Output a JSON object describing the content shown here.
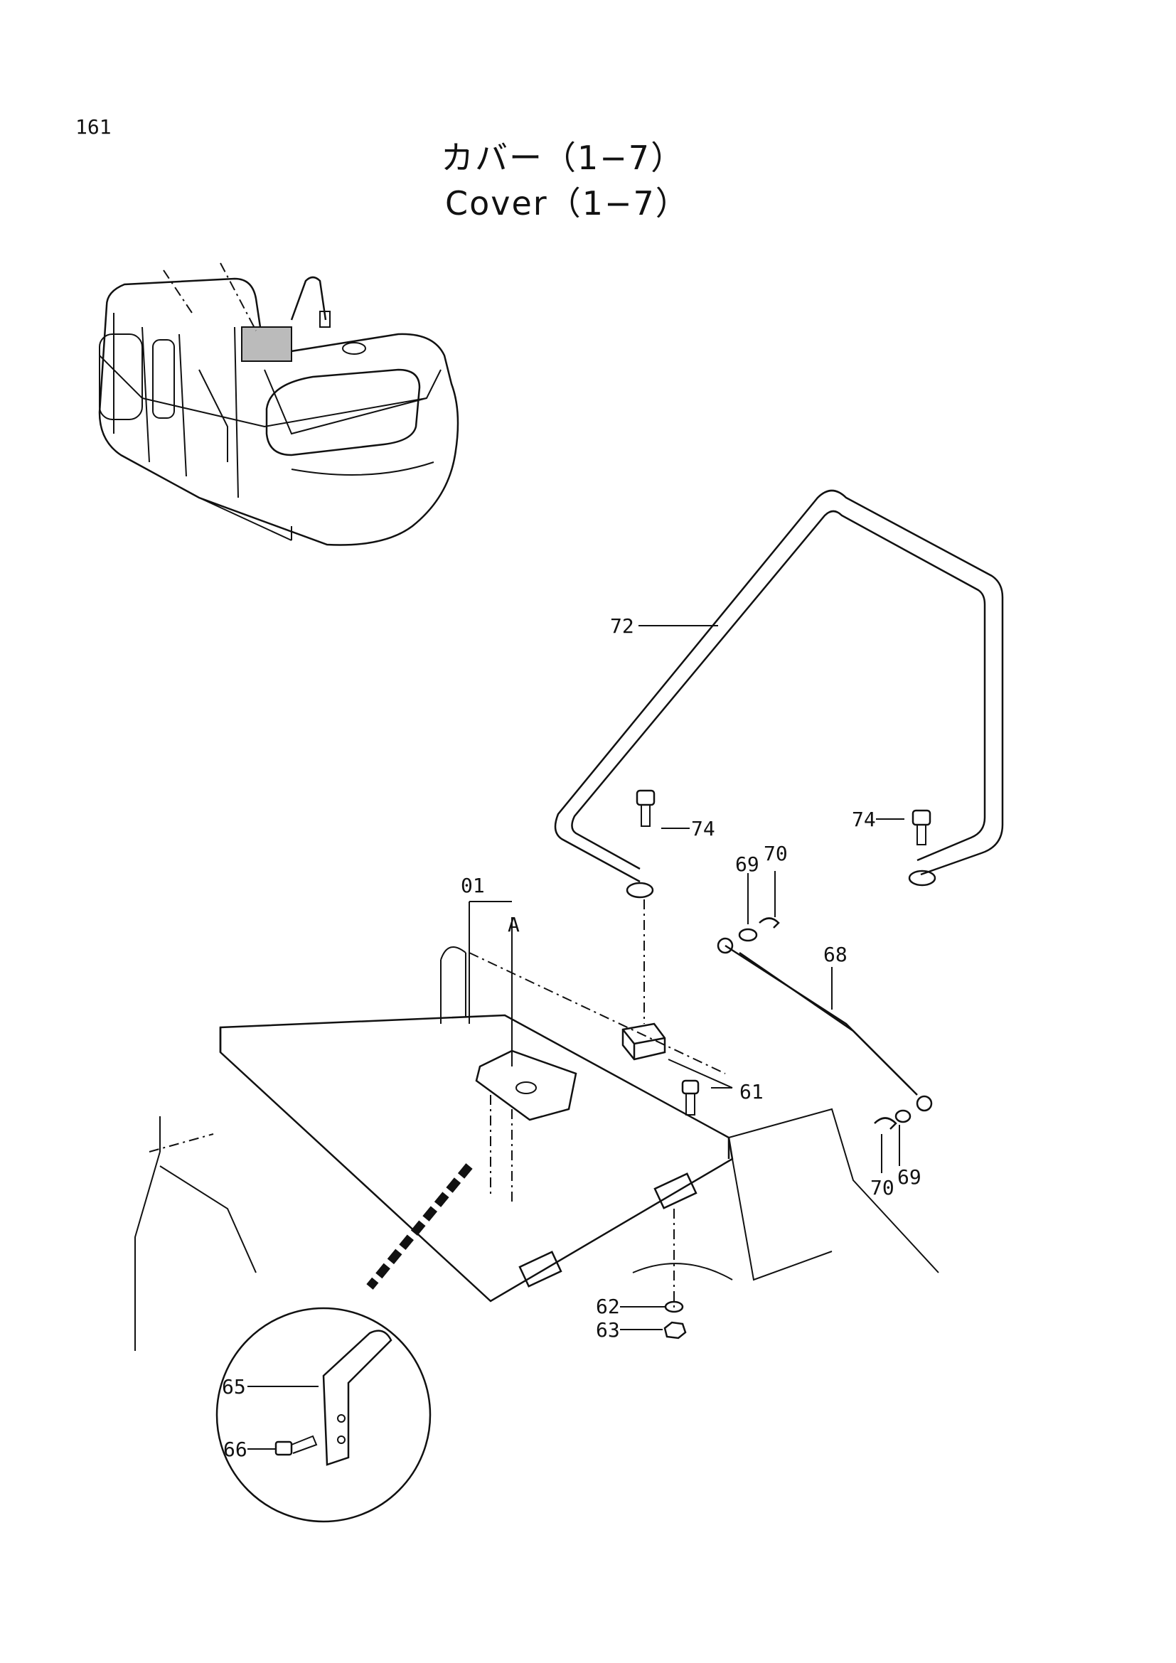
{
  "page": {
    "number": "161"
  },
  "title": {
    "ja": "カバー（1−7）",
    "en": "Cover（1−7）"
  },
  "callouts": {
    "c72": "72",
    "c74a": "74",
    "c74b": "74",
    "c69a": "69",
    "c70a": "70",
    "c68": "68",
    "c01": "01",
    "cA": "A",
    "c61": "61",
    "c69b": "69",
    "c70b": "70",
    "c62": "62",
    "c63": "63",
    "c65": "65",
    "c66": "66"
  }
}
